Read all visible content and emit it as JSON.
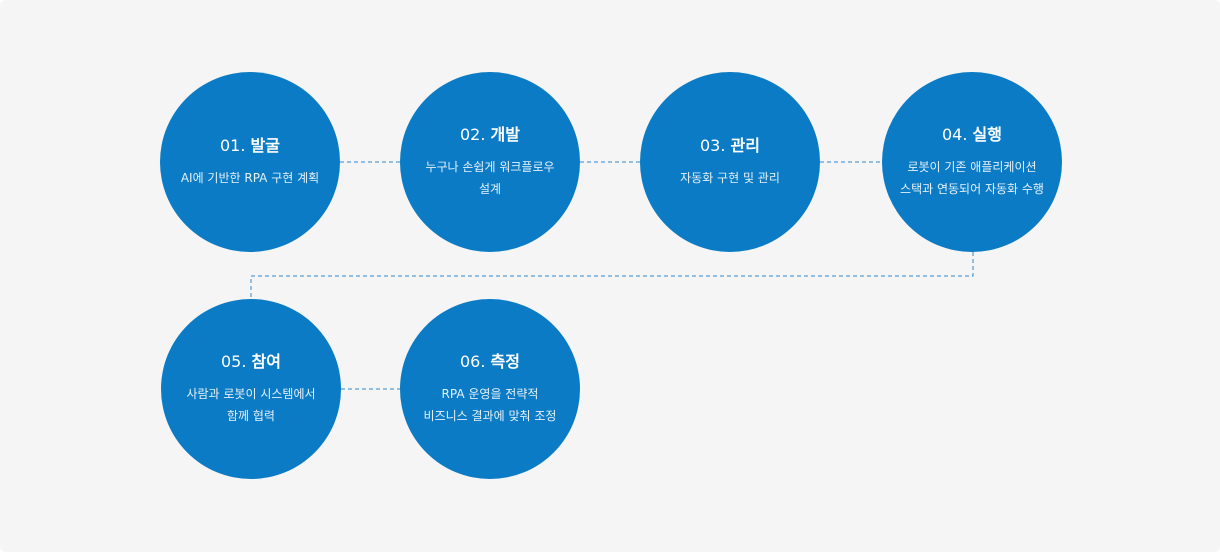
{
  "colors": {
    "panel_background": "#f5f5f6",
    "circle": "#0a7bc4",
    "connector": "#2f86cf",
    "text": "#ffffff"
  },
  "steps": [
    {
      "number": "01.",
      "name": "발굴",
      "description": "AI에 기반한 RPA 구현 계획"
    },
    {
      "number": "02.",
      "name": "개발",
      "description": "누구나 손쉽게 워크플로우 설계"
    },
    {
      "number": "03.",
      "name": "관리",
      "description": "자동화 구현 및 관리"
    },
    {
      "number": "04.",
      "name": "실행",
      "description": "로봇이 기존 애플리케이션 스택과 연동되어 자동화 수행"
    },
    {
      "number": "05.",
      "name": "참여",
      "description": "사람과 로봇이 시스템에서 함께 협력"
    },
    {
      "number": "06.",
      "name": "측정",
      "description": "RPA 운영을 전략적 비즈니스 결과에 맞춰 조정"
    }
  ]
}
